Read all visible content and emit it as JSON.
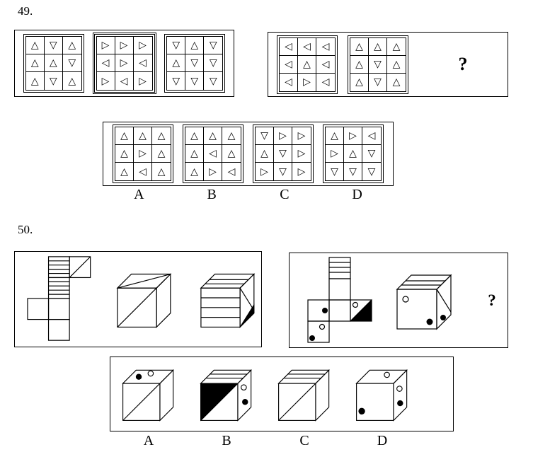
{
  "q49": {
    "number": "49.",
    "question_mark": "?",
    "triangle_glyphs": {
      "up": "△",
      "down": "▽",
      "left": "◁",
      "right": "▷"
    },
    "premise_group1": [
      {
        "name": "premise-grid-1",
        "cells": [
          "up",
          "down",
          "up",
          "up",
          "up",
          "down",
          "up",
          "down",
          "up"
        ]
      },
      {
        "name": "premise-grid-2",
        "cells": [
          "right",
          "right",
          "right",
          "left",
          "right",
          "left",
          "right",
          "left",
          "right"
        ]
      },
      {
        "name": "premise-grid-3",
        "cells": [
          "down",
          "up",
          "down",
          "up",
          "down",
          "down",
          "down",
          "down",
          "down"
        ]
      }
    ],
    "premise_group2": [
      {
        "name": "premise-grid-4",
        "cells": [
          "left",
          "left",
          "left",
          "left",
          "up",
          "left",
          "left",
          "right",
          "left"
        ]
      },
      {
        "name": "premise-grid-5",
        "cells": [
          "up",
          "up",
          "up",
          "up",
          "down",
          "up",
          "up",
          "down",
          "up"
        ]
      }
    ],
    "options": [
      {
        "label": "A",
        "cells": [
          "up",
          "up",
          "up",
          "up",
          "right",
          "up",
          "up",
          "left",
          "up"
        ]
      },
      {
        "label": "B",
        "cells": [
          "up",
          "up",
          "up",
          "up",
          "left",
          "up",
          "up",
          "right",
          "left"
        ]
      },
      {
        "label": "C",
        "cells": [
          "down",
          "right",
          "right",
          "up",
          "down",
          "right",
          "right",
          "down",
          "right"
        ]
      },
      {
        "label": "D",
        "cells": [
          "up",
          "right",
          "left",
          "right",
          "up",
          "down",
          "down",
          "down",
          "down"
        ]
      }
    ]
  },
  "q50": {
    "number": "50.",
    "question_mark": "?",
    "figures": {
      "net1": "unfolded-cube-net-striped-column-with-diagonal-flag-face",
      "cube1": "cube-with-front-diagonal-and-top-diagonal",
      "cube2": "cube-with-striped-faces-and-black-corner-on-right-face",
      "net2": "unfolded-cube-net-with-stripes-black-triangle-and-dots",
      "cube3": "cube-with-striped-top-circles-dots-and-right-diagonal"
    },
    "options": [
      {
        "label": "A",
        "figure": "cube-with-black-dot-and-circle-on-top-front-diagonal"
      },
      {
        "label": "B",
        "figure": "cube-with-black-triangle-front-striped-top-circle-and-dot-right"
      },
      {
        "label": "C",
        "figure": "cube-with-front-diagonal-and-striped-top"
      },
      {
        "label": "D",
        "figure": "cube-with-circles-and-black-dots"
      }
    ]
  }
}
